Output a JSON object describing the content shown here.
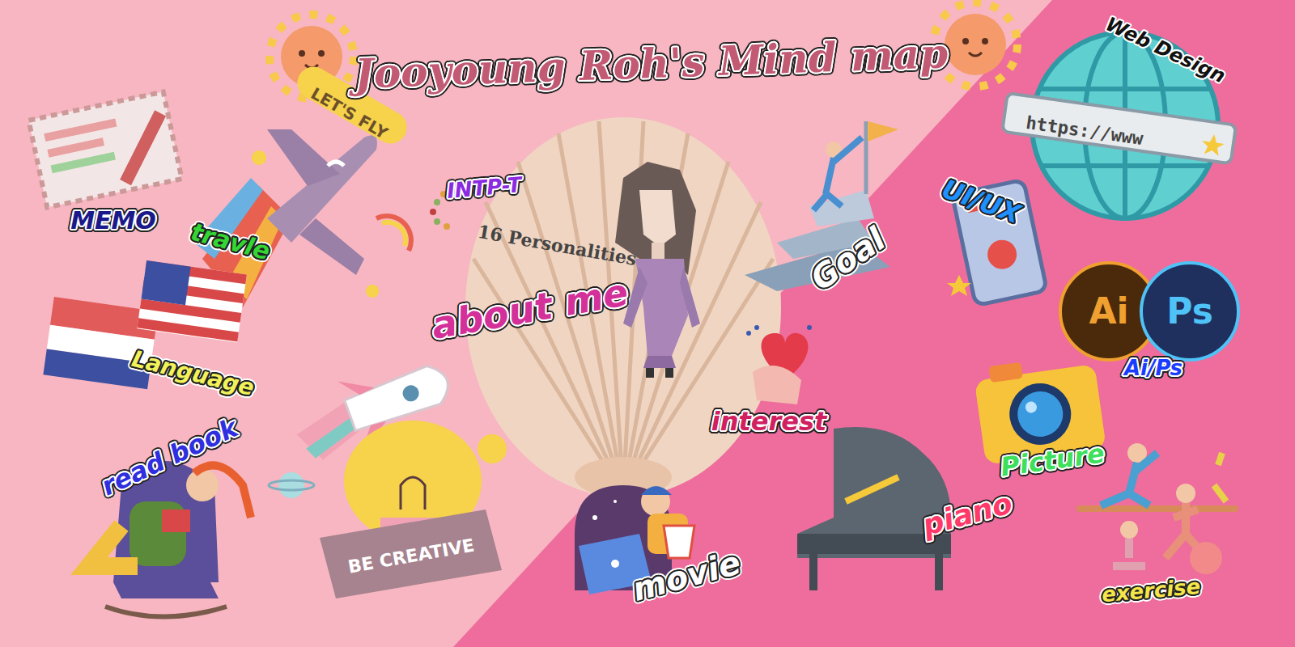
{
  "diagram": {
    "title": "Jooyoung Roh's Mind map",
    "labels": [
      "MEMO",
      "travle",
      "LET'S FLY",
      "Language",
      "read book",
      "BE CREATIVE",
      "INTP-T",
      "16 Personalities",
      "about me",
      "Goal",
      "interest",
      "movie",
      "piano",
      "Web Design",
      "https://www",
      "UI/UX",
      "Ai",
      "Ps",
      "Ai/Ps",
      "Picture",
      "exercise"
    ]
  }
}
